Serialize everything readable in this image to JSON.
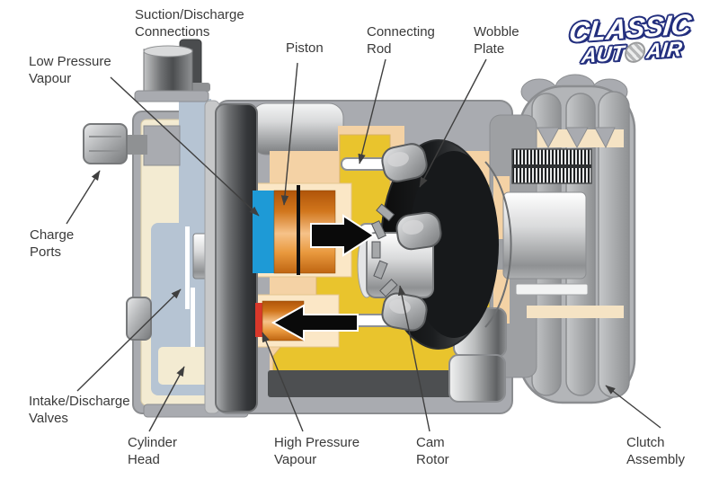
{
  "page": {
    "background": "#ffffff",
    "description": "Cutaway diagram of an automotive A/C wobble-plate compressor"
  },
  "logo": {
    "top": "Classic",
    "bottom_left": "Aut",
    "bottom_right": "Air",
    "outline_color": "#232f7e"
  },
  "labels": {
    "suction": "Suction/Discharge\nConnections",
    "low_pressure": "Low Pressure\nVapour",
    "piston": "Piston",
    "connecting_rod": "Connecting\nRod",
    "wobble_plate": "Wobble\nPlate",
    "charge_ports": "Charge\nPorts",
    "intake_valves": "Intake/Discharge\nValves",
    "cylinder_head": "Cylinder\nHead",
    "high_pressure": "High Pressure\nVapour",
    "cam_rotor": "Cam\nRotor",
    "clutch_assembly": "Clutch\nAssembly"
  },
  "colors": {
    "label_text": "#3a3a3a",
    "leader_line": "#3f3f3f",
    "case_gray": "#a9abb0",
    "case_outline": "#8b8d90",
    "head_cream": "#f3ebd2",
    "head_passage_blue_gray": "#b6c4d3",
    "body_peach": "#f4d2a5",
    "chamber_yellow": "#e9c42d",
    "low_pressure_blue": "#1e9ad6",
    "high_pressure_red": "#d9382a",
    "piston_orange": "#d1761c",
    "wobble_black": "#17191b",
    "base_dark": "#4d4f51"
  }
}
